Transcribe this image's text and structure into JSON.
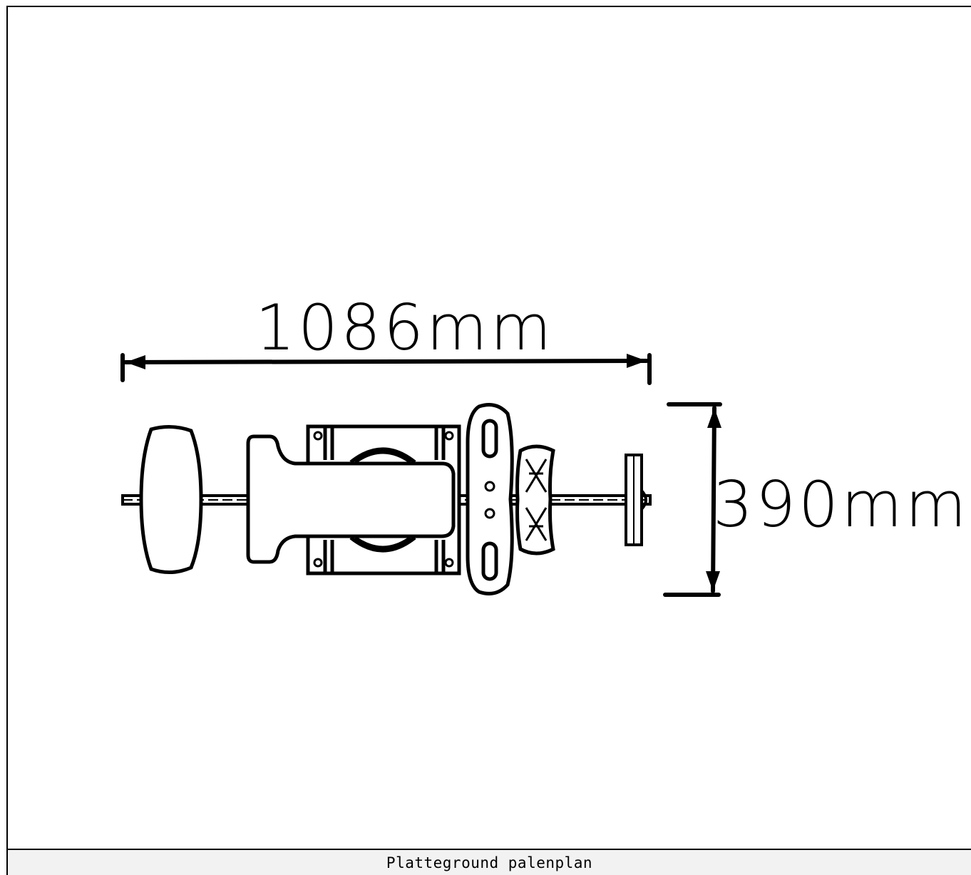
{
  "drawing": {
    "width_dimension_label": "1086mm",
    "depth_dimension_label": "390mm",
    "line_color": "#000000",
    "background_color": "#ffffff"
  },
  "caption": {
    "text": "Platteground palenplan"
  }
}
